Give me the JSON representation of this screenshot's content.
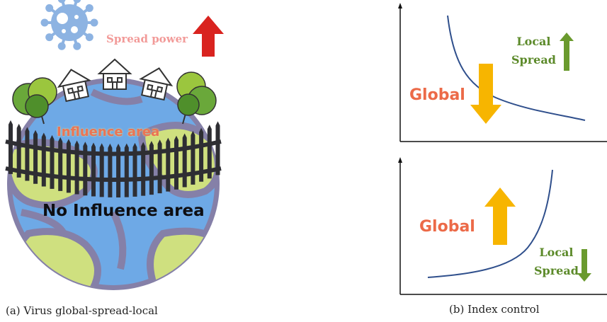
{
  "panel_a": {
    "caption": "(a) Virus global-spread-local",
    "spread_label": "Spread power",
    "influence_label": "Influence area",
    "no_influence_label": "No Influence area"
  },
  "panel_b": {
    "caption": "(b) Index control",
    "top_plot": {
      "global_label": "Global",
      "local_line1": "Local",
      "local_line2": "Spread",
      "global_arrow": "down",
      "local_arrow": "up"
    },
    "bottom_plot": {
      "global_label": "Global",
      "local_line1": "Local",
      "local_line2": "Spread",
      "global_arrow": "up",
      "local_arrow": "down"
    }
  },
  "colors": {
    "globe_ocean": "#6ea9e6",
    "globe_rim": "#8580a8",
    "land": "#cfe07f",
    "virus": "#8db3e2",
    "red_arrow": "#d9231f",
    "global_arrow": "#f7b500",
    "local_arrow": "#6a9a2e",
    "curve": "#2f4f8c",
    "fence": "#2e2e33"
  },
  "icons": [
    "virus-icon",
    "house-icon",
    "tree-icon",
    "fence-icon",
    "globe-icon"
  ]
}
